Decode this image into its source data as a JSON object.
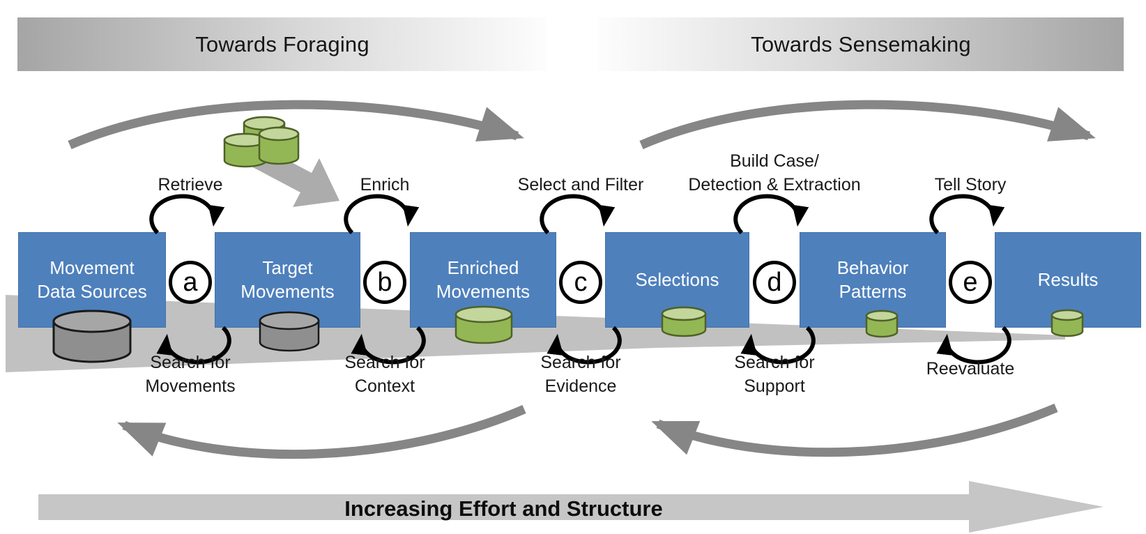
{
  "header": {
    "left_title": "Towards Foraging",
    "right_title": "Towards Sensemaking"
  },
  "stages": [
    {
      "title": "Movement\nData Sources",
      "store_icon": "large-gray-database-cylinder"
    },
    {
      "title": "Target\nMovements",
      "store_icon": "gray-database-cylinder"
    },
    {
      "title": "Enriched\nMovements",
      "store_icon": "green-database-cylinder"
    },
    {
      "title": "Selections",
      "store_icon": "green-database-cylinder"
    },
    {
      "title": "Behavior\nPatterns",
      "store_icon": "small-green-database-cylinder"
    },
    {
      "title": "Results",
      "store_icon": "small-green-database-cylinder"
    }
  ],
  "transitions": [
    {
      "letter": "a",
      "forward": "Retrieve",
      "backward": "Search for\nMovements"
    },
    {
      "letter": "b",
      "forward": "Enrich",
      "backward": "Search for\nContext"
    },
    {
      "letter": "c",
      "forward": "Select and Filter",
      "backward": "Search for\nEvidence"
    },
    {
      "letter": "d",
      "forward": "Build Case/\nDetection & Extraction",
      "backward": "Search for\nSupport"
    },
    {
      "letter": "e",
      "forward": "Tell Story",
      "backward": "Reevaluate"
    }
  ],
  "footer": {
    "label": "Increasing Effort and Structure"
  },
  "colors": {
    "stage_blue": "#4E80BC",
    "cylinder_green": "#94B755",
    "cylinder_green_top": "#C3D69B",
    "cylinder_gray": "#8F8F8F",
    "cylinder_gray_top": "#A6A6A6",
    "arrow_gray": "#868686",
    "band_gray": "#C1C1C1",
    "bar_gray": "#C6C6C6",
    "fat_arrow_gray": "#ACACAC"
  }
}
